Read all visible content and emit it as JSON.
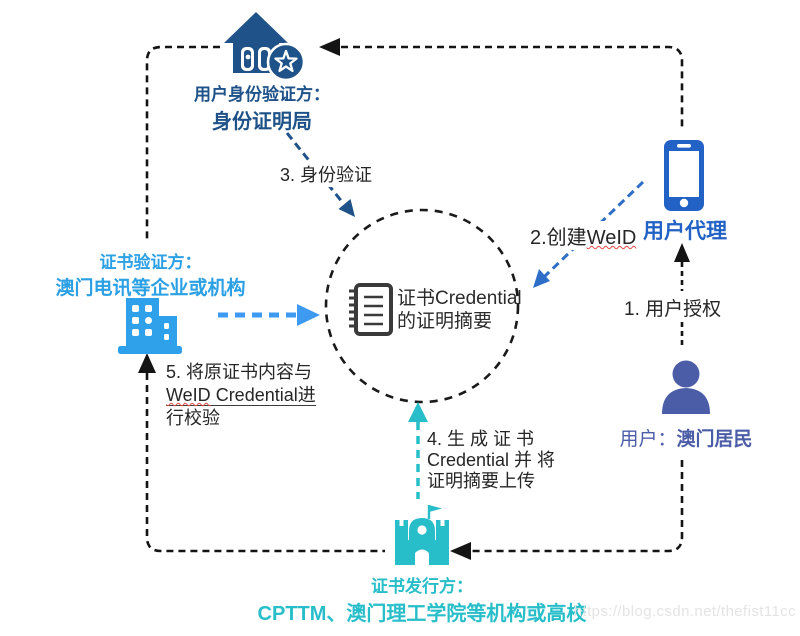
{
  "watermark": "https://blog.csdn.net/thefist11cc",
  "nodes": {
    "authority": {
      "role": "用户身份验证方：",
      "name": "身份证明局"
    },
    "agent": {
      "name": "用户代理"
    },
    "user": {
      "role": "用户：",
      "name": "澳门居民"
    },
    "verifier": {
      "role": "证书验证方：",
      "name": "澳门电讯等企业或机构"
    },
    "issuer": {
      "role": "证书发行方：",
      "name": "CPTTM、澳门理工学院等机构或高校"
    },
    "ledger": {
      "line1": "证书Credential",
      "line2": "的证明摘要"
    }
  },
  "steps": {
    "s1": "1. 用户授权",
    "s2_prefix": "2.创建",
    "s2_term": "WeID",
    "s3": "3. 身份验证",
    "s4_l1": "4. 生 成 证 书",
    "s4_l2": "Credential 并 将",
    "s4_l3": "证明摘要上传",
    "s5_l1": "5. 将原证书内容与",
    "s5_l2_term": "WeID",
    "s5_l2_rest": " Credential进",
    "s5_l3": "行校验"
  },
  "colors": {
    "authority_blue": "#1E5288",
    "agent_blue": "#2262C4",
    "user_indigo": "#4C5DA8",
    "verifier_azure": "#2BA0E4",
    "verifier_arrow": "#3E9AF0",
    "issuer_teal": "#27BEC9",
    "step2_arrow": "#2F6EC6",
    "loop_black": "#141414",
    "squiggle_red": "#e04a3f"
  }
}
